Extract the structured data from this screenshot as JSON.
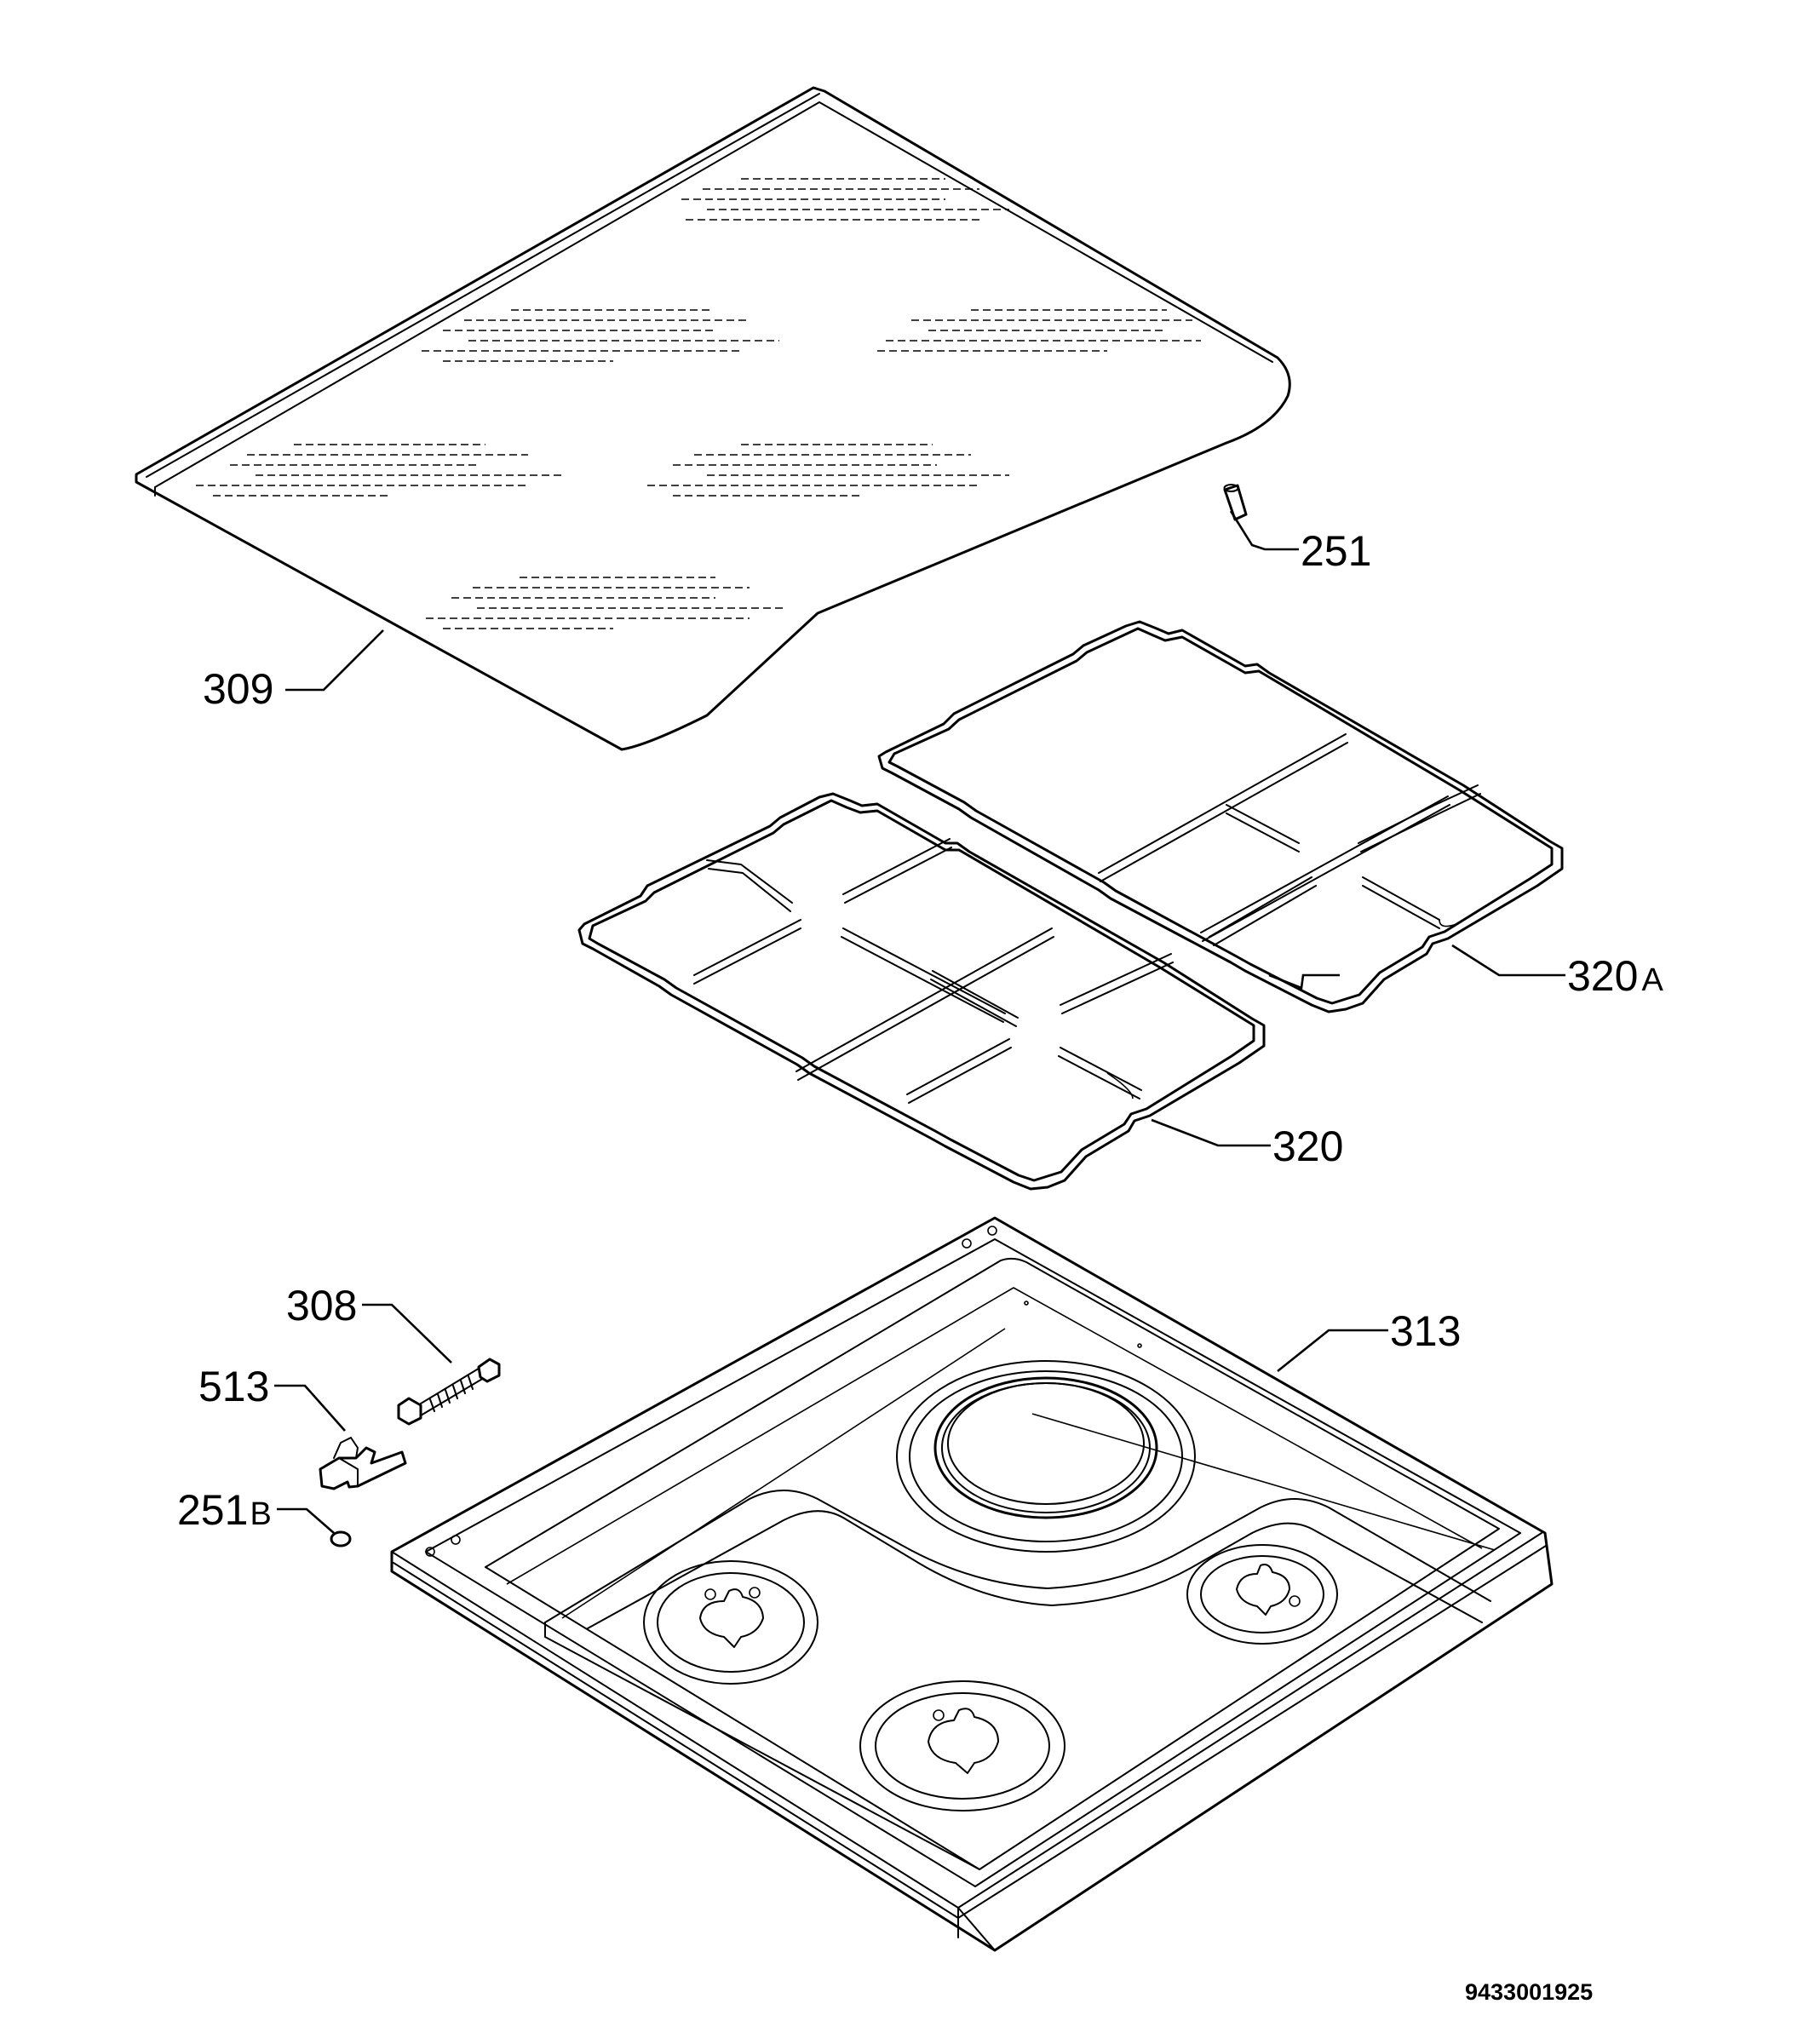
{
  "labels": {
    "glass_lid": "309",
    "small_part": "251",
    "pan_support_right": "320",
    "pan_support_right_suffix": "A",
    "pan_support_left": "320",
    "cooktop_tray": "313",
    "spring_part": "308",
    "bracket": "513",
    "cap": "251",
    "cap_suffix": "B"
  },
  "drawing_code": "9433001925",
  "colors": {
    "line": "#000000",
    "background": "#ffffff"
  }
}
